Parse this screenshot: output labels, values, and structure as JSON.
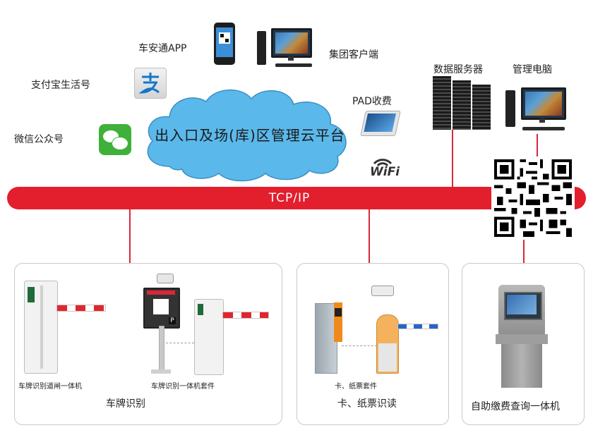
{
  "cloud": {
    "title": "出入口及场(库)区管理云平台"
  },
  "clients": {
    "app": "车安通APP",
    "alipay": "支付宝生活号",
    "wechat": "微信公众号",
    "group": "集团客户端",
    "pad": "PAD收费",
    "wifi": "WiFi"
  },
  "servers": {
    "data_server": "数据服务器",
    "admin_pc": "管理电脑"
  },
  "bus": {
    "label": "TCP/IP"
  },
  "panels": {
    "plate": {
      "title": "车牌识别",
      "item1": "车牌识别道闸一体机",
      "item2": "车牌识别一体机套件"
    },
    "card": {
      "title": "卡、纸票识读",
      "item1": "卡、纸票套件"
    },
    "kiosk": {
      "title": "自助缴费查询一体机"
    }
  },
  "colors": {
    "bus": "#e31e2d",
    "cloud": "#5bb8ea",
    "line": "#d9273a"
  },
  "icons": [
    "phone-icon",
    "desktop-icon",
    "alipay-icon",
    "wechat-icon",
    "tablet-icon",
    "wifi-icon",
    "server-rack-icon",
    "qr-code-icon",
    "barrier-gate-icon",
    "camera-icon",
    "kiosk-icon"
  ]
}
